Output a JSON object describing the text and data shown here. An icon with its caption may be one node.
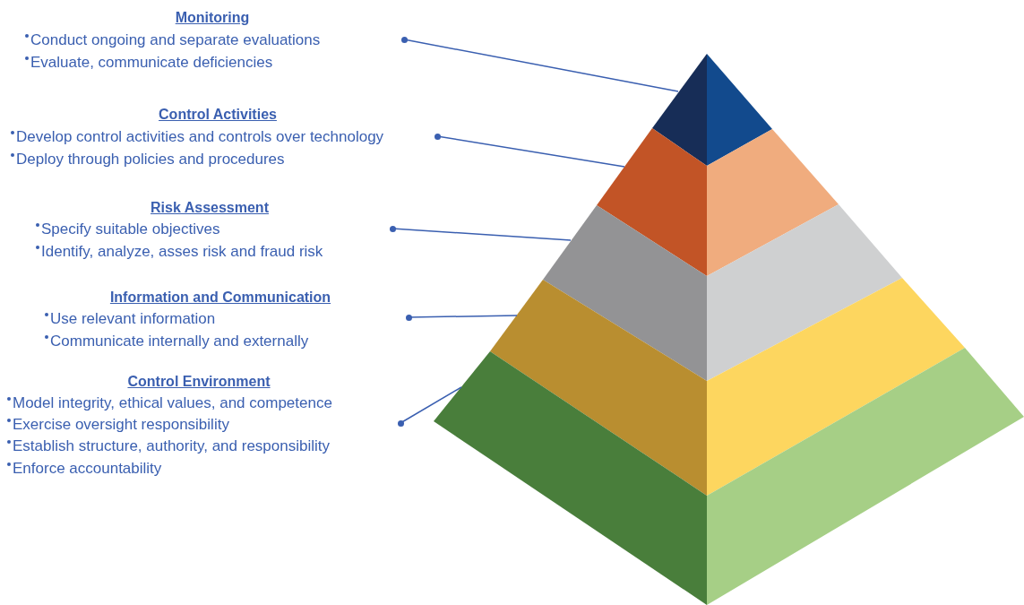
{
  "diagram": {
    "nodes": [
      {
        "text": [
          "Monitoring",
          "Conduct ongoing and separate evaluations",
          "Evaluate, communicate deficiencies"
        ]
      },
      {
        "text": [
          "Control Activities",
          "Develop control activities and controls over technology",
          "Deploy through policies and procedures"
        ]
      },
      {
        "text": [
          "Risk Assessment",
          "Specify suitable objectives",
          "Identify, analyze, asses risk and fraud risk"
        ]
      },
      {
        "text": [
          "Information and Communication",
          "Use relevant information",
          "Communicate internally and externally"
        ]
      },
      {
        "text": [
          "Control Environment",
          "Model integrity, ethical values, and competence",
          "Exercise oversight responsibility",
          "Establish structure, authority, and responsibility",
          "Enforce accountability"
        ]
      },
      {
        "text": [],
        "shape": "band"
      },
      {
        "text": [],
        "shape": "band"
      },
      {
        "text": [],
        "shape": "band"
      },
      {
        "text": [],
        "shape": "band"
      },
      {
        "text": [],
        "shape": "band"
      }
    ],
    "edges": [
      {
        "from": 0,
        "to": 5,
        "arrow": "other"
      },
      {
        "from": 1,
        "to": 6,
        "arrow": "other"
      },
      {
        "from": 2,
        "to": 7,
        "arrow": "other"
      },
      {
        "from": 3,
        "to": 8,
        "arrow": "other"
      },
      {
        "from": 4,
        "to": 9,
        "arrow": "other"
      }
    ]
  }
}
